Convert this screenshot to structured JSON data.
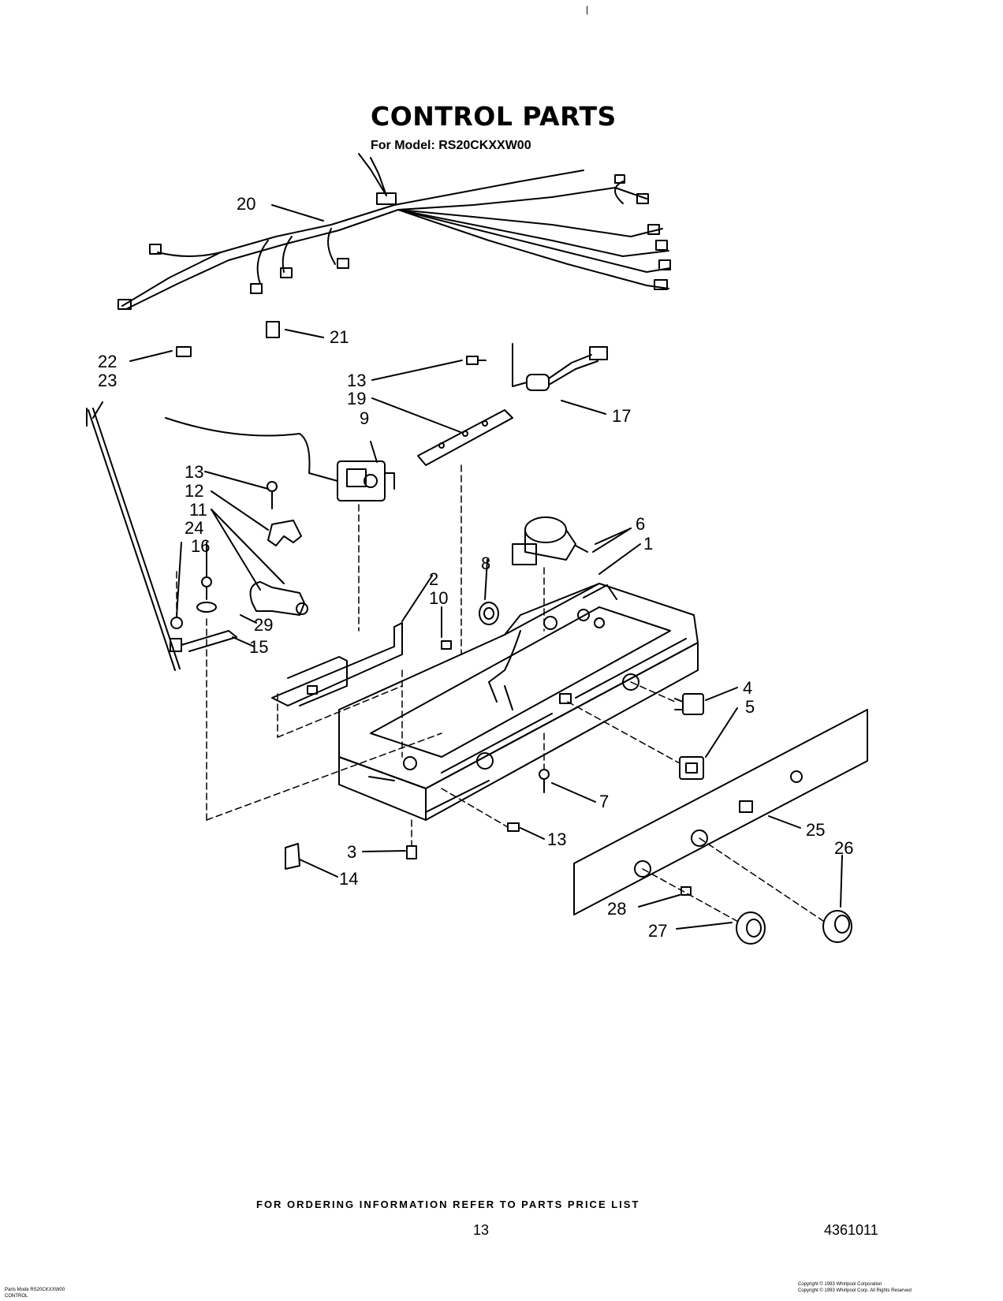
{
  "header": {
    "title": "CONTROL PARTS",
    "model": "For Model: RS20CKXXW00"
  },
  "footer": {
    "ordering_note": "FOR ORDERING INFORMATION REFER TO PARTS PRICE LIST",
    "page_number": "13",
    "document_number": "4361011"
  },
  "corner_meta": {
    "left_line1": "Parts Mode RS20CKXXW00",
    "left_line2": "CONTROL",
    "right_line1": "Copyright © 1993 Whirlpool Corporation",
    "right_line2": "Copyright © 1993 Whirlpool Corp. All Rights Reserved"
  },
  "callouts": [
    "20",
    "21",
    "22",
    "23",
    "13",
    "19",
    "17",
    "9",
    "13",
    "12",
    "11",
    "24",
    "16",
    "6",
    "1",
    "8",
    "2",
    "10",
    "29",
    "15",
    "4",
    "5",
    "7",
    "13",
    "3",
    "14",
    "25",
    "26",
    "28",
    "27"
  ]
}
